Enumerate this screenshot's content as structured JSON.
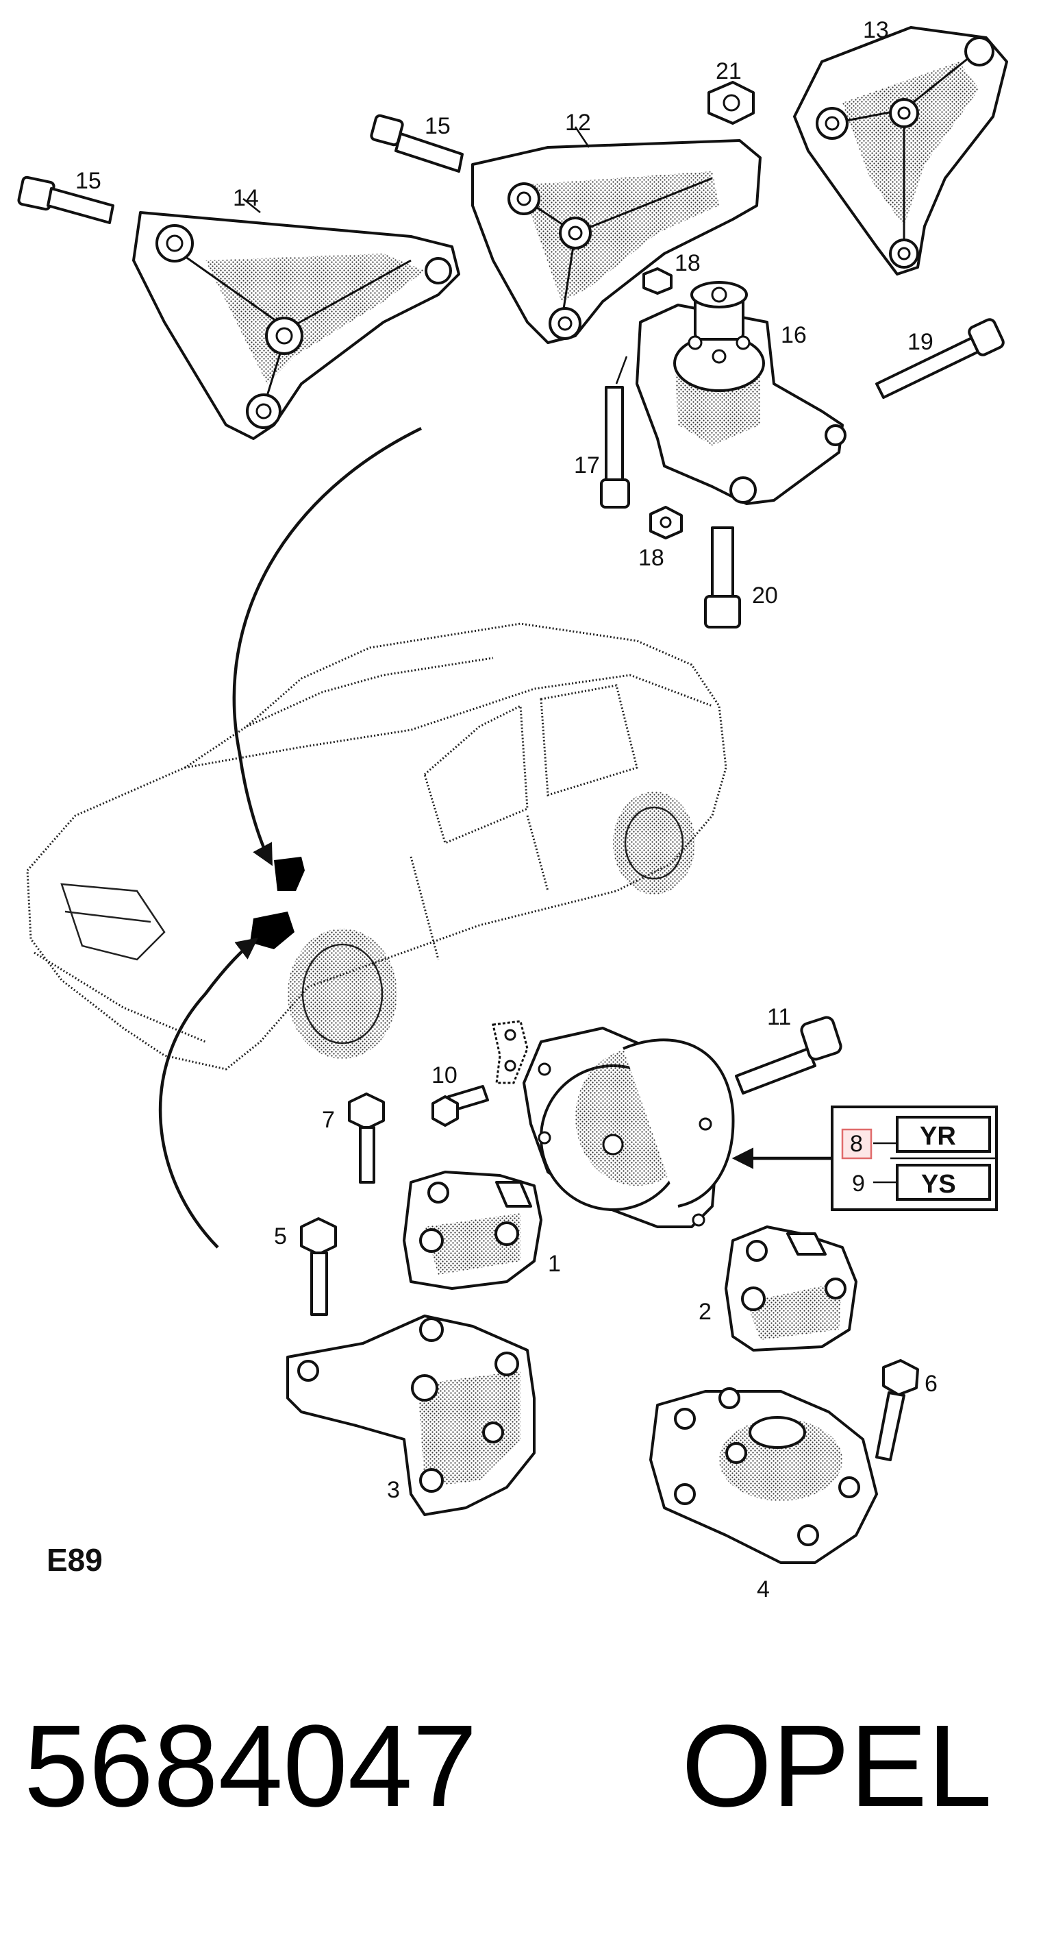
{
  "diagram": {
    "section_code": "E89",
    "part_labels": {
      "p1": "1",
      "p2": "2",
      "p3": "3",
      "p4": "4",
      "p5": "5",
      "p6": "6",
      "p7": "7",
      "p8": "8",
      "p9": "9",
      "p10": "10",
      "p11": "11",
      "p12": "12",
      "p13": "13",
      "p14": "14",
      "p15a": "15",
      "p15b": "15",
      "p16": "16",
      "p17": "17",
      "p18a": "18",
      "p18b": "18",
      "p19": "19",
      "p20": "20",
      "p21": "21"
    },
    "variant_table": {
      "rows": [
        {
          "index": "8",
          "code": "YR",
          "highlighted": true
        },
        {
          "index": "9",
          "code": "YS",
          "highlighted": false
        }
      ]
    }
  },
  "caption": {
    "part_number": "5684047",
    "brand": "OPEL"
  },
  "colors": {
    "highlight_fill": "#fde7e7",
    "highlight_stroke": "#e06b6b",
    "line": "#111111"
  }
}
